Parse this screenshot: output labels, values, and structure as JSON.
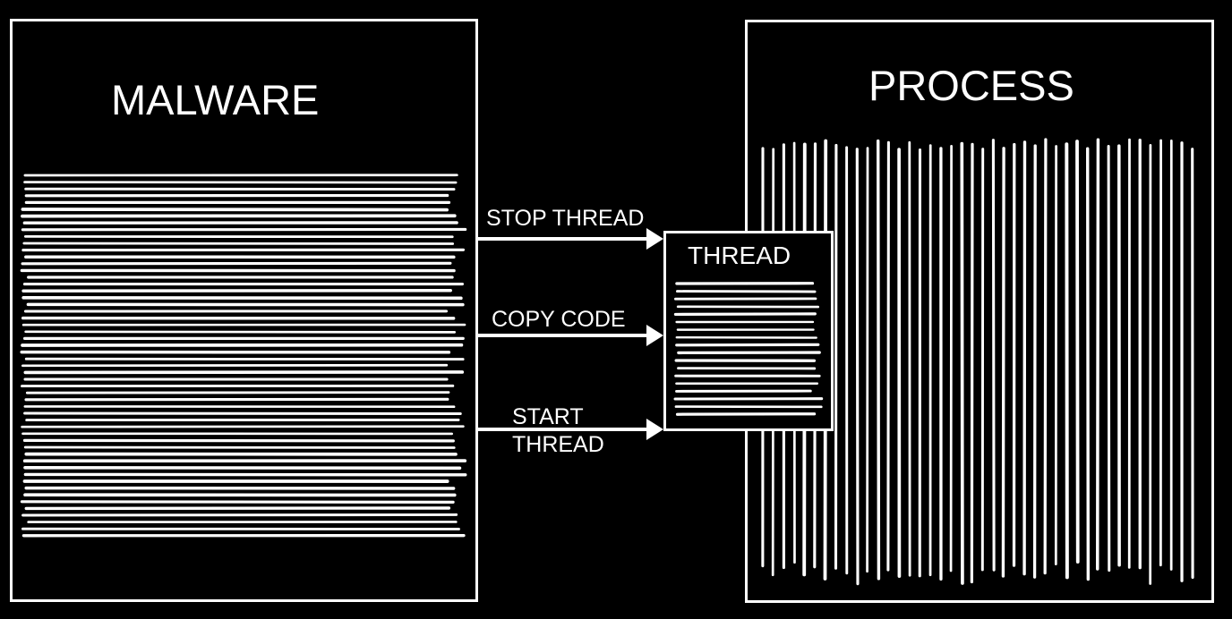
{
  "malware": {
    "title": "MALWARE"
  },
  "process": {
    "title": "PROCESS"
  },
  "thread": {
    "title": "THREAD"
  },
  "arrows": {
    "stop_thread": "STOP THREAD",
    "copy_code": "COPY CODE",
    "start_thread_line1": "START",
    "start_thread_line2": "THREAD"
  },
  "colors": {
    "background": "#000000",
    "foreground": "#ffffff"
  }
}
